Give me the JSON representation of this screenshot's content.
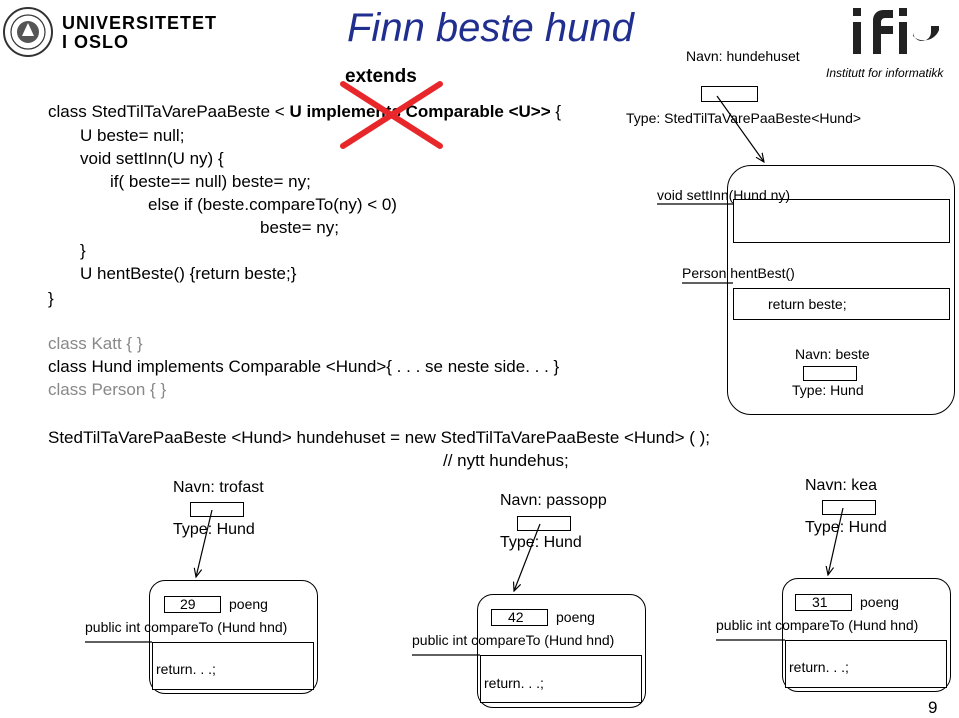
{
  "header": {
    "university_line1": "UNIVERSITETET",
    "university_line2": "I OSLO",
    "title": "Finn beste hund",
    "extends_label": "extends",
    "institute": "Institutt for informatikk"
  },
  "code": {
    "class_decl_pre": "class StedTilTaVarePaaBeste < ",
    "class_decl_bold": "U implements Comparable <U>>",
    "class_decl_post": " {",
    "lines": [
      "U beste= null;",
      "void settInn(U ny) {",
      "if( beste== null) beste= ny;",
      "else if (beste.compareTo(ny) < 0)",
      "beste= ny;",
      "}",
      "U hentBeste() {return beste;}",
      "}"
    ],
    "class_katt": "class Katt {  }",
    "class_hund": "class Hund implements Comparable <Hund>{ . . . se neste side. . . }",
    "class_person": "class Person {  }",
    "instantiation": "StedTilTaVarePaaBeste <Hund> hundehuset = new StedTilTaVarePaaBeste <Hund> ( );",
    "comment": "// nytt hundehus;"
  },
  "hundehuset": {
    "name_label": "Navn: hundehuset",
    "type_label": "Type: StedTilTaVarePaaBeste<Hund>",
    "method_settinn": "void settInn(Hund ny)",
    "method_hentbest": "Person hentBest()",
    "return_text": "return beste;",
    "var_name": "Navn: beste",
    "var_type": "Type: Hund"
  },
  "dogs": [
    {
      "name": "Navn: trofast",
      "type": "Type: Hund",
      "poeng_value": "29",
      "poeng_label": "poeng",
      "method": "public int compareTo  (Hund hnd)",
      "return_text": "return. . .;"
    },
    {
      "name": "Navn: passopp",
      "type": "Type: Hund",
      "poeng_value": "42",
      "poeng_label": "poeng",
      "method": "public int compareTo  (Hund hnd)",
      "return_text": "return. . .;"
    },
    {
      "name": "Navn: kea",
      "type": "Type: Hund",
      "poeng_value": "31",
      "poeng_label": "poeng",
      "method": "public int compareTo  (Hund hnd)",
      "return_text": "return. . .;"
    }
  ],
  "page_number": "9",
  "colors": {
    "title": "#1f2e8f",
    "cross": "#e8272b",
    "muted": "#888888"
  }
}
